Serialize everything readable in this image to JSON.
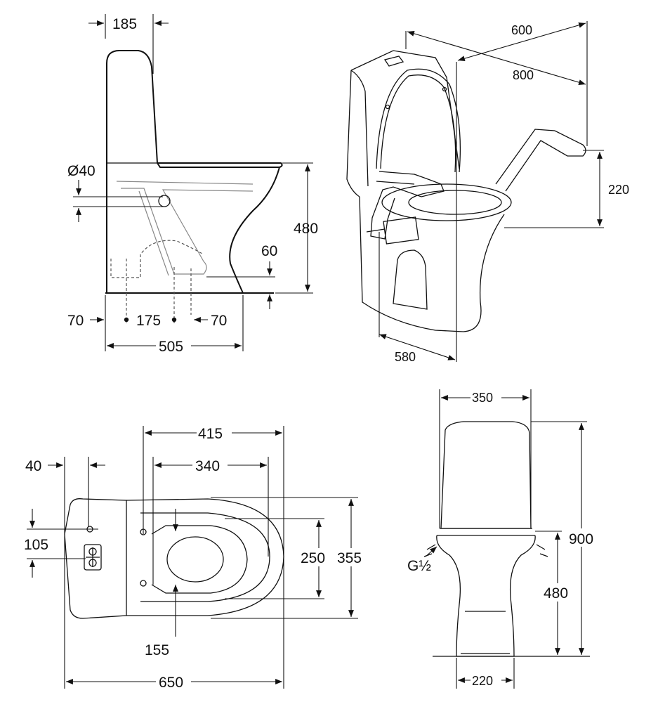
{
  "views": {
    "side": {
      "dim_top_tank": "185",
      "dim_pipe_diameter": "Ø40",
      "dim_height": "480",
      "dim_outlet_height": "60",
      "dim_left": "70",
      "dim_center": "175",
      "dim_right": "70",
      "dim_length": "505"
    },
    "perspective": {
      "dim_arm_depth": "600",
      "dim_overall_width": "800",
      "dim_arm_height": "220",
      "dim_base_width": "580"
    },
    "top": {
      "dim_415": "415",
      "dim_340": "340",
      "dim_40": "40",
      "dim_105": "105",
      "dim_250": "250",
      "dim_355": "355",
      "dim_155": "155",
      "dim_650": "650"
    },
    "front": {
      "dim_tank_width": "350",
      "dim_total_height": "900",
      "dim_seat_height": "480",
      "dim_foot_width": "220",
      "thread_label": "G½"
    }
  }
}
